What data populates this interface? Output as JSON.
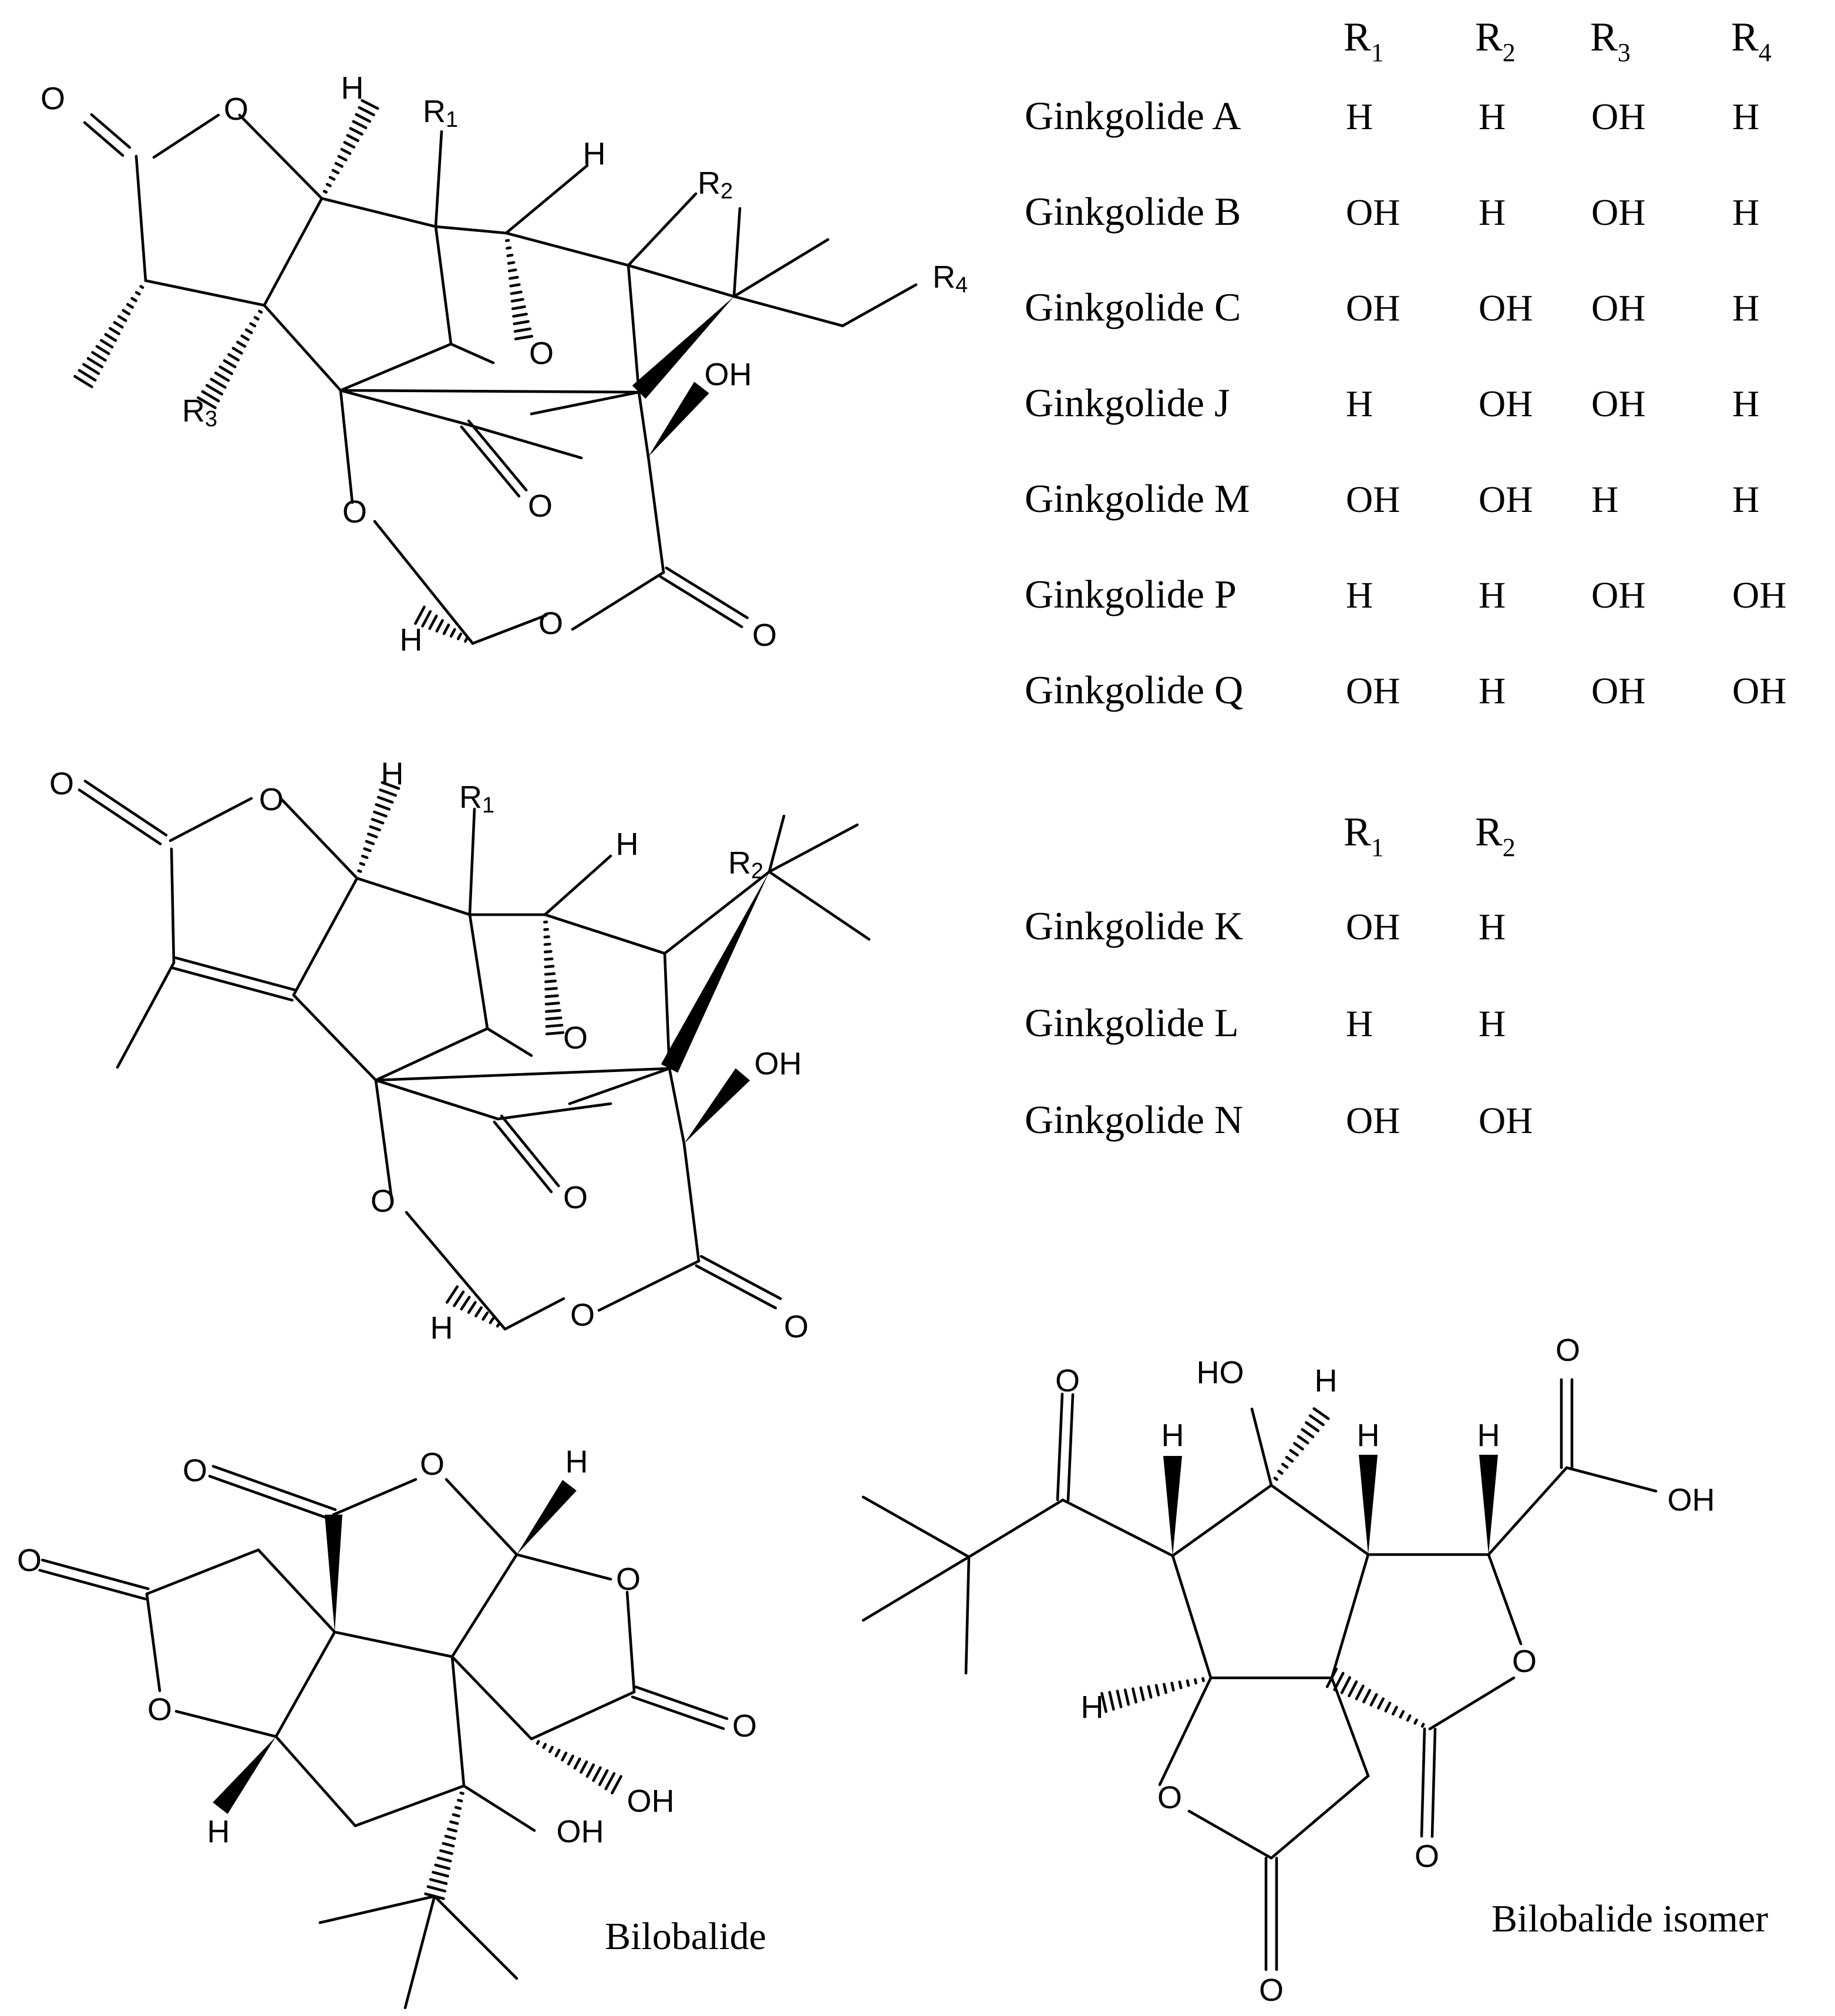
{
  "table1": {
    "headers": [
      "R1",
      "R2",
      "R3",
      "R4"
    ],
    "rows": [
      {
        "name": "Ginkgolide A",
        "values": [
          "H",
          "H",
          "OH",
          "H"
        ]
      },
      {
        "name": "Ginkgolide B",
        "values": [
          "OH",
          "H",
          "OH",
          "H"
        ]
      },
      {
        "name": "Ginkgolide C",
        "values": [
          "OH",
          "OH",
          "OH",
          "H"
        ]
      },
      {
        "name": "Ginkgolide J",
        "values": [
          "H",
          "OH",
          "OH",
          "H"
        ]
      },
      {
        "name": "Ginkgolide M",
        "values": [
          "OH",
          "OH",
          "H",
          "H"
        ]
      },
      {
        "name": "Ginkgolide P",
        "values": [
          "H",
          "H",
          "OH",
          "OH"
        ]
      },
      {
        "name": "Ginkgolide Q",
        "values": [
          "OH",
          "H",
          "OH",
          "OH"
        ]
      }
    ]
  },
  "table2": {
    "headers": [
      "R1",
      "R2"
    ],
    "rows": [
      {
        "name": "Ginkgolide K",
        "values": [
          "OH",
          "H"
        ]
      },
      {
        "name": "Ginkgolide L",
        "values": [
          "H",
          "H"
        ]
      },
      {
        "name": "Ginkgolide N",
        "values": [
          "OH",
          "OH"
        ]
      }
    ]
  },
  "captions": {
    "bilobalide": "Bilobalide",
    "bilobalide_isomer": "Bilobalide isomer"
  },
  "atom_labels": {
    "O": "O",
    "H": "H",
    "OH": "OH",
    "HO": "HO",
    "R1": "R1",
    "R2": "R2",
    "R3": "R3",
    "R4": "R4"
  },
  "colors": {
    "ink": "#000000",
    "background": "#ffffff"
  }
}
